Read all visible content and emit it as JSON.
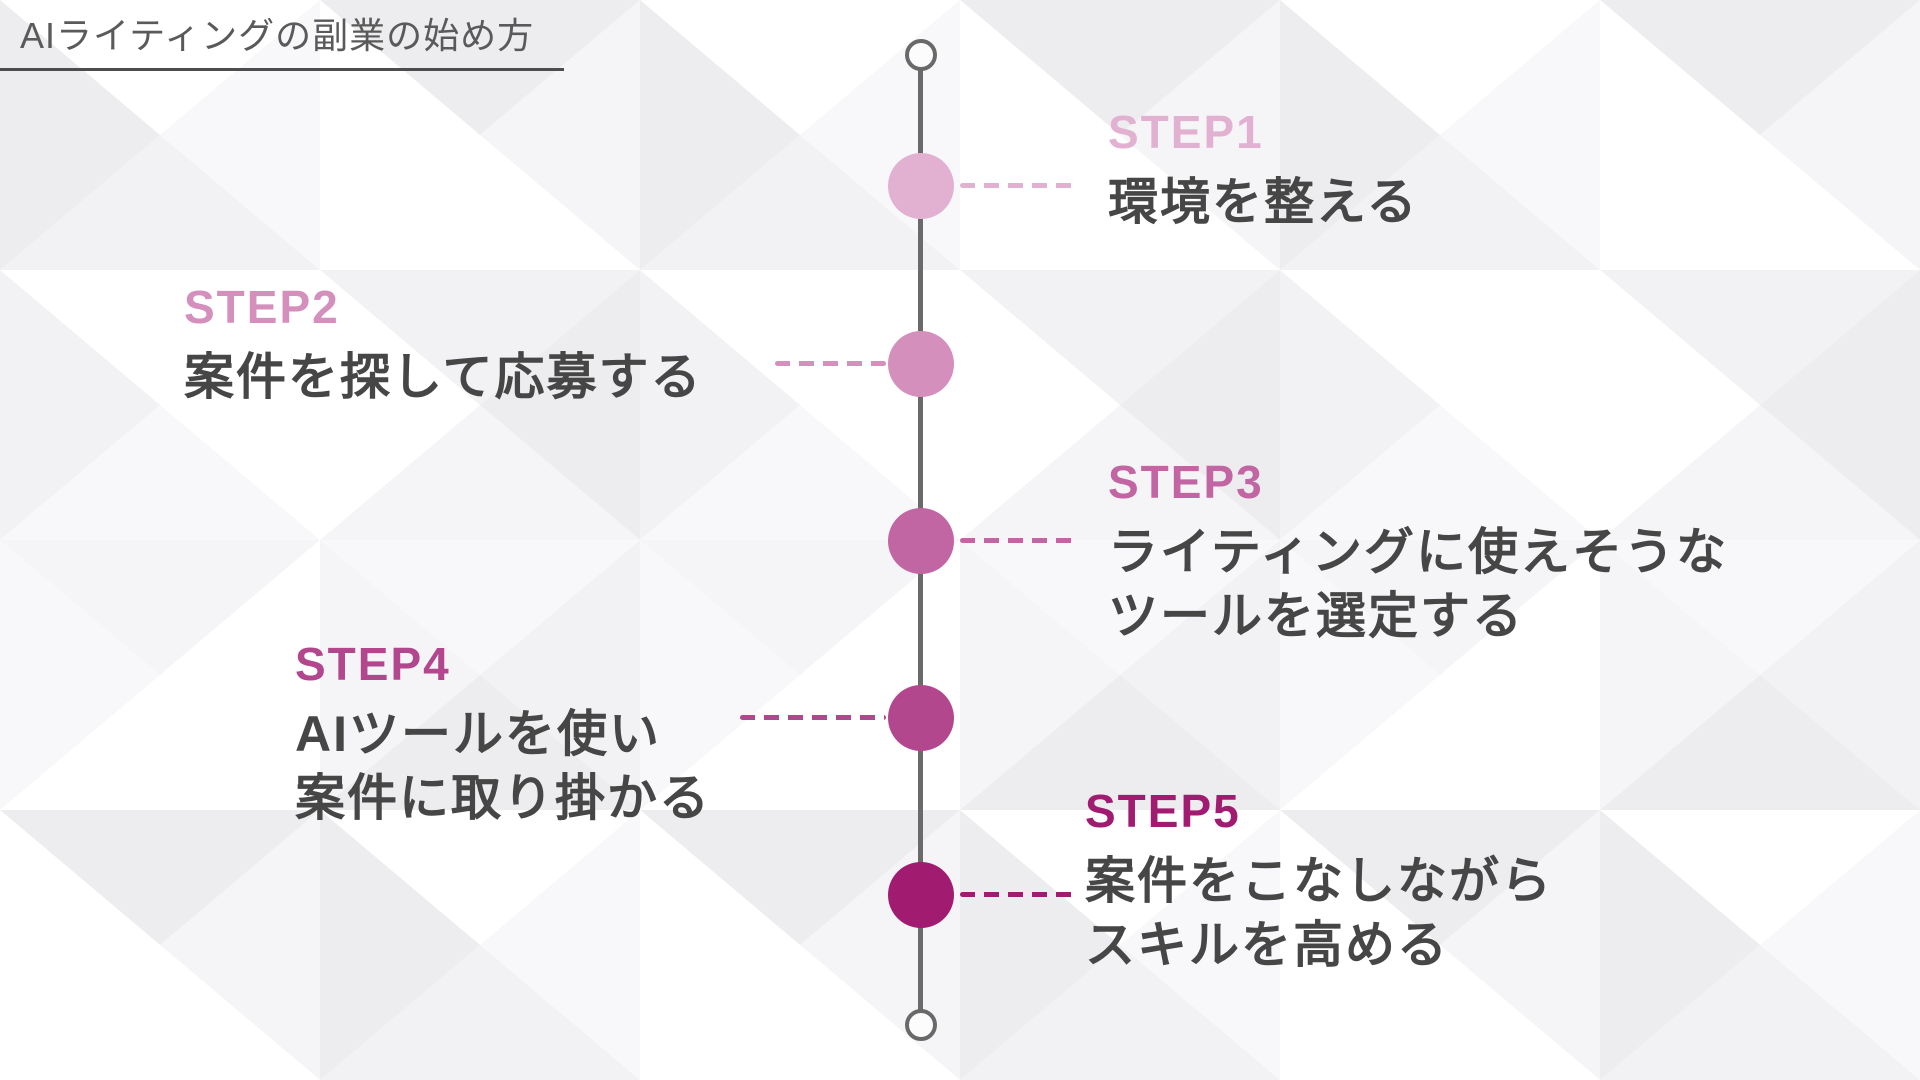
{
  "title": "AIライティングの副業の始め方",
  "timeline": {
    "line_color": "#6a6a6a",
    "text_color": "#464646",
    "steps": [
      {
        "label": "STEP1",
        "side": "right",
        "color": "#e2b1d2",
        "lines": [
          "環境を整える"
        ]
      },
      {
        "label": "STEP2",
        "side": "left",
        "color": "#d48fbd",
        "lines": [
          "案件を探して応募する"
        ]
      },
      {
        "label": "STEP3",
        "side": "right",
        "color": "#c165a3",
        "lines": [
          "ライティングに使えそうな",
          "ツールを選定する"
        ]
      },
      {
        "label": "STEP4",
        "side": "left",
        "color": "#b2478e",
        "lines": [
          "AIツールを使い",
          "案件に取り掛かる"
        ]
      },
      {
        "label": "STEP5",
        "side": "right",
        "color": "#a11c71",
        "lines": [
          "案件をこなしながら",
          "スキルを高める"
        ]
      }
    ]
  }
}
